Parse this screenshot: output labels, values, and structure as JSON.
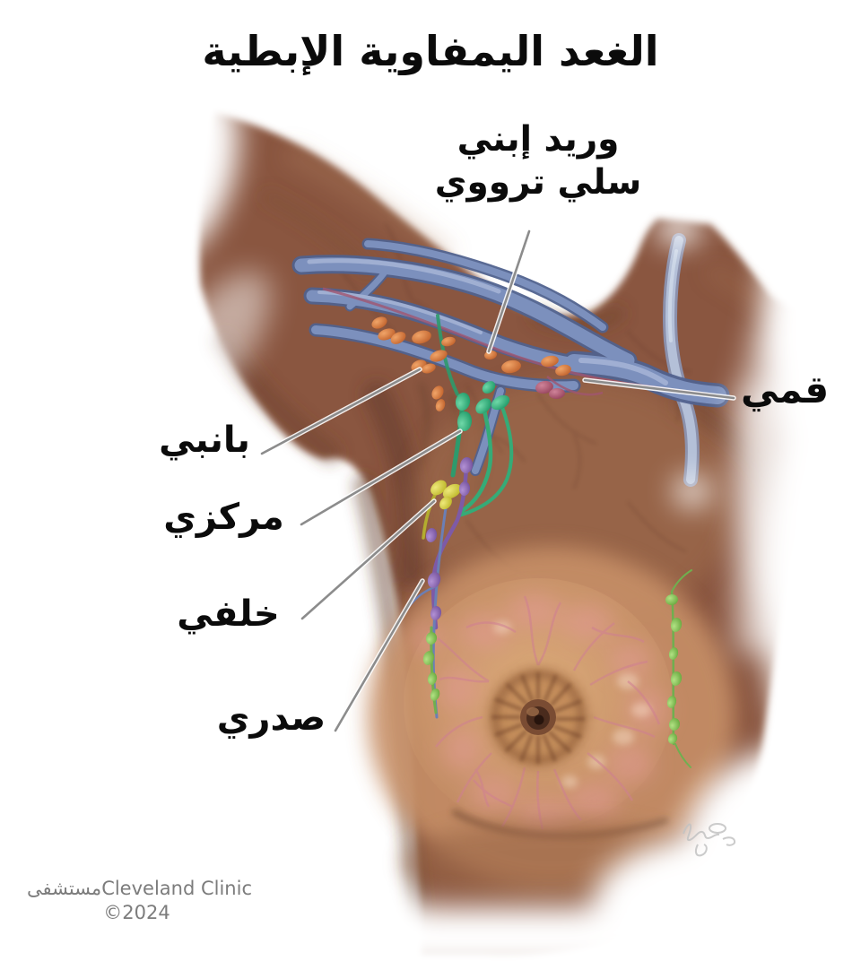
{
  "title": "الغعد اليمفاوية الإبطية",
  "annotations": {
    "vein_line1": "وريد إبني",
    "vein_line2": "سلي ترووي",
    "apical": "قمي",
    "lateral": "بانبي",
    "central": "مركزي",
    "posterior": "خلفي",
    "pectoral": "صدري"
  },
  "credit": {
    "hospital_ar": "مستشفى",
    "org": "Cleveland Clinic",
    "year": "©2024"
  },
  "legend_colors": {
    "vein_blue": "#7186b8",
    "lateral_nodes_orange": "#d4763e",
    "central_nodes_green": "#35b27e",
    "posterior_nodes_yellow": "#d6d044",
    "pectoral_nodes_purple": "#8d68b0",
    "breast_chain_green": "#86c556",
    "apical_nodes_maroon": "#b05a70"
  }
}
